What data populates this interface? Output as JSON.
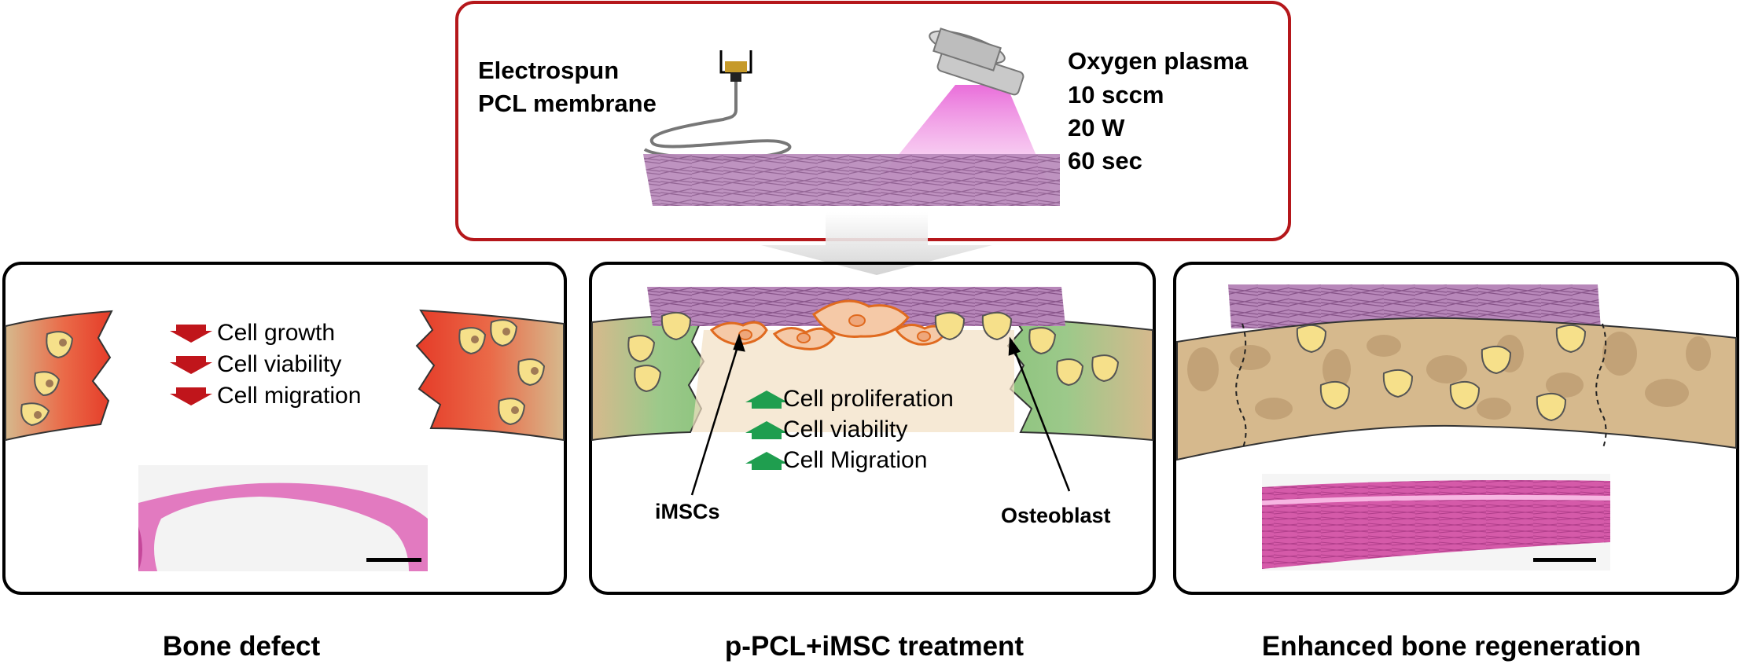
{
  "top_box": {
    "left_label": [
      "Electrospun",
      "PCL membrane"
    ],
    "right_label": [
      "Oxygen plasma",
      "10 sccm",
      "20 W",
      "60 sec"
    ]
  },
  "panels": [
    {
      "title": "Bone defect",
      "items": [
        "Cell growth",
        "Cell viability",
        "Cell migration"
      ],
      "arrow_direction": "down",
      "arrow_color": "#c0151b"
    },
    {
      "title": "p-PCL+iMSC treatment",
      "items": [
        "Cell proliferation",
        "Cell viability",
        "Cell Migration"
      ],
      "arrow_direction": "up",
      "arrow_color": "#1f9e4f",
      "callouts": [
        "iMSCs",
        "Osteoblast"
      ]
    },
    {
      "title": "Enhanced bone regeneration"
    }
  ],
  "colors": {
    "top_border": "#b5171b",
    "panel_border": "#000000",
    "bone": "#d6b98d",
    "bone_dark": "#c2a277",
    "defect_red": "#e8442c",
    "membrane": "#b37ab5",
    "cell_yellow": "#f6e08a",
    "stem_cell": "#f5c9a7",
    "stem_cell_outline": "#e06a1f",
    "histo_pink": "#e27ac0"
  }
}
